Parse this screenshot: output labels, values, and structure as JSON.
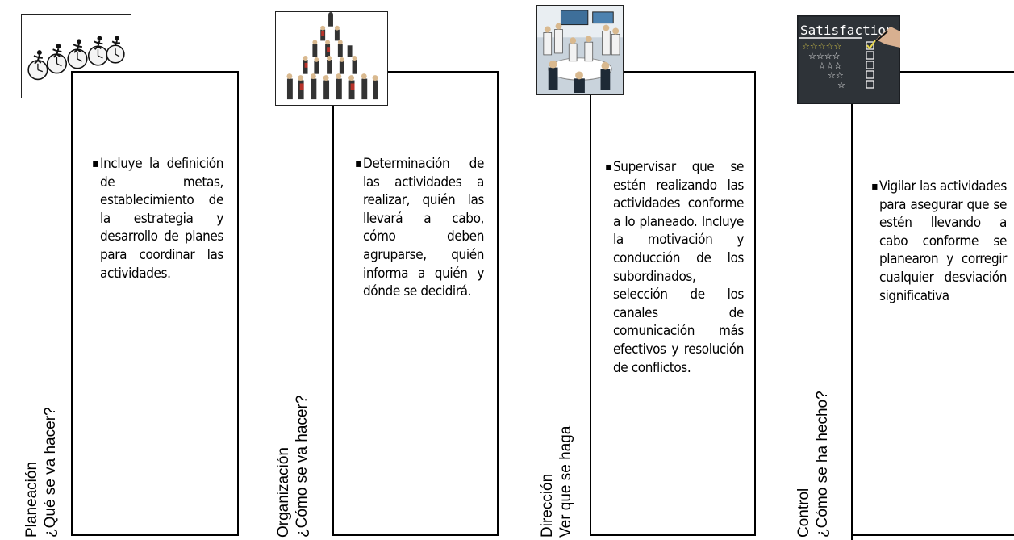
{
  "colors": {
    "line": "#000000",
    "background": "#ffffff",
    "star": "#e8d64a",
    "board": "#2e3338"
  },
  "stages": [
    {
      "title": "Planeación",
      "question": "¿Qué se va hacer?",
      "description": "Incluye la definición de metas, establecimiento de la estrategia y desarrollo de planes para coordinar las actividades.",
      "image_icon": "running-clocks-image"
    },
    {
      "title": "Organización",
      "question": "¿Cómo se va hacer?",
      "description": "Determinación de las actividades a realizar, quién las llevará a cabo, cómo deben agruparse, quién informa a quién y dónde se decidirá.",
      "image_icon": "people-pyramid-image"
    },
    {
      "title": "Dirección",
      "question": "Ver que se haga",
      "description": "Supervisar que se estén realizando las actividades conforme a lo planeado. Incluye la motivación y conducción de los subordinados, selección de los canales de comunicación más efectivos y resolución de conflictos.",
      "image_icon": "business-meeting-image"
    },
    {
      "title": "Control",
      "question": "¿Cómo se ha hecho?",
      "description": "Vigilar las actividades para asegurar que se estén llevando a cabo conforme se planearon y corregir cualquier desviación significativa",
      "image_icon": "satisfaction-rating-image",
      "image_text": "Satisfaction"
    }
  ]
}
